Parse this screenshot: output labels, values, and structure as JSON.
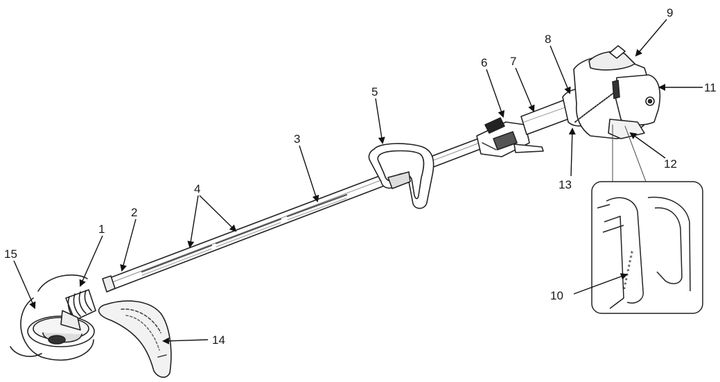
{
  "diagram": {
    "style": "line-drawing",
    "subject": "string trimmer",
    "callouts": [
      {
        "id": "1",
        "label": "1"
      },
      {
        "id": "2",
        "label": "2"
      },
      {
        "id": "3",
        "label": "3"
      },
      {
        "id": "4",
        "label": "4"
      },
      {
        "id": "5",
        "label": "5"
      },
      {
        "id": "6",
        "label": "6"
      },
      {
        "id": "7",
        "label": "7"
      },
      {
        "id": "8",
        "label": "8"
      },
      {
        "id": "9",
        "label": "9"
      },
      {
        "id": "10",
        "label": "10"
      },
      {
        "id": "11",
        "label": "11"
      },
      {
        "id": "12",
        "label": "12"
      },
      {
        "id": "13",
        "label": "13"
      },
      {
        "id": "14",
        "label": "14"
      },
      {
        "id": "15",
        "label": "15"
      }
    ],
    "inset": {
      "stamp_text": "*********"
    }
  }
}
